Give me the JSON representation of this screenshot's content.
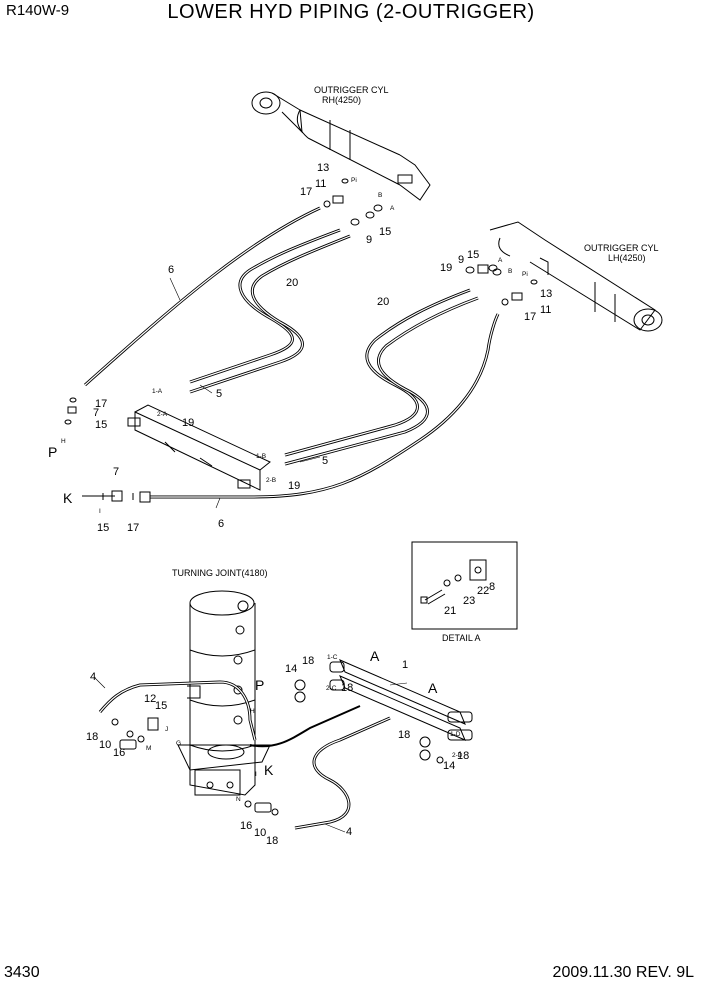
{
  "header": {
    "model": "R140W-9",
    "title": "LOWER HYD PIPING (2-OUTRIGGER)"
  },
  "footer": {
    "page_number": "3430",
    "revision": "2009.11.30 REV. 9L"
  },
  "captions": {
    "cyl_rh_1": "OUTRIGGER CYL",
    "cyl_rh_2": "RH(4250)",
    "cyl_lh_1": "OUTRIGGER CYL",
    "cyl_lh_2": "LH(4250)",
    "turning_joint": "TURNING JOINT(4180)",
    "detail": "DETAIL A"
  },
  "ports": {
    "pi": "Pi",
    "b": "B",
    "a": "A",
    "h": "H",
    "i": "I",
    "j": "J",
    "m": "M",
    "n": "N",
    "g": "G",
    "p1a": "1-A",
    "p2a": "2-A",
    "p1b": "1-B",
    "p2b": "2-B",
    "p1c": "1-C",
    "p2c": "2-C",
    "p1d": "1-D",
    "p2d": "2-D"
  },
  "letters": {
    "p": "P",
    "k": "K",
    "a": "A"
  },
  "parts": [
    "1",
    "4",
    "5",
    "6",
    "7",
    "8",
    "9",
    "10",
    "11",
    "12",
    "13",
    "14",
    "15",
    "16",
    "17",
    "18",
    "19",
    "20",
    "21",
    "22",
    "23"
  ]
}
